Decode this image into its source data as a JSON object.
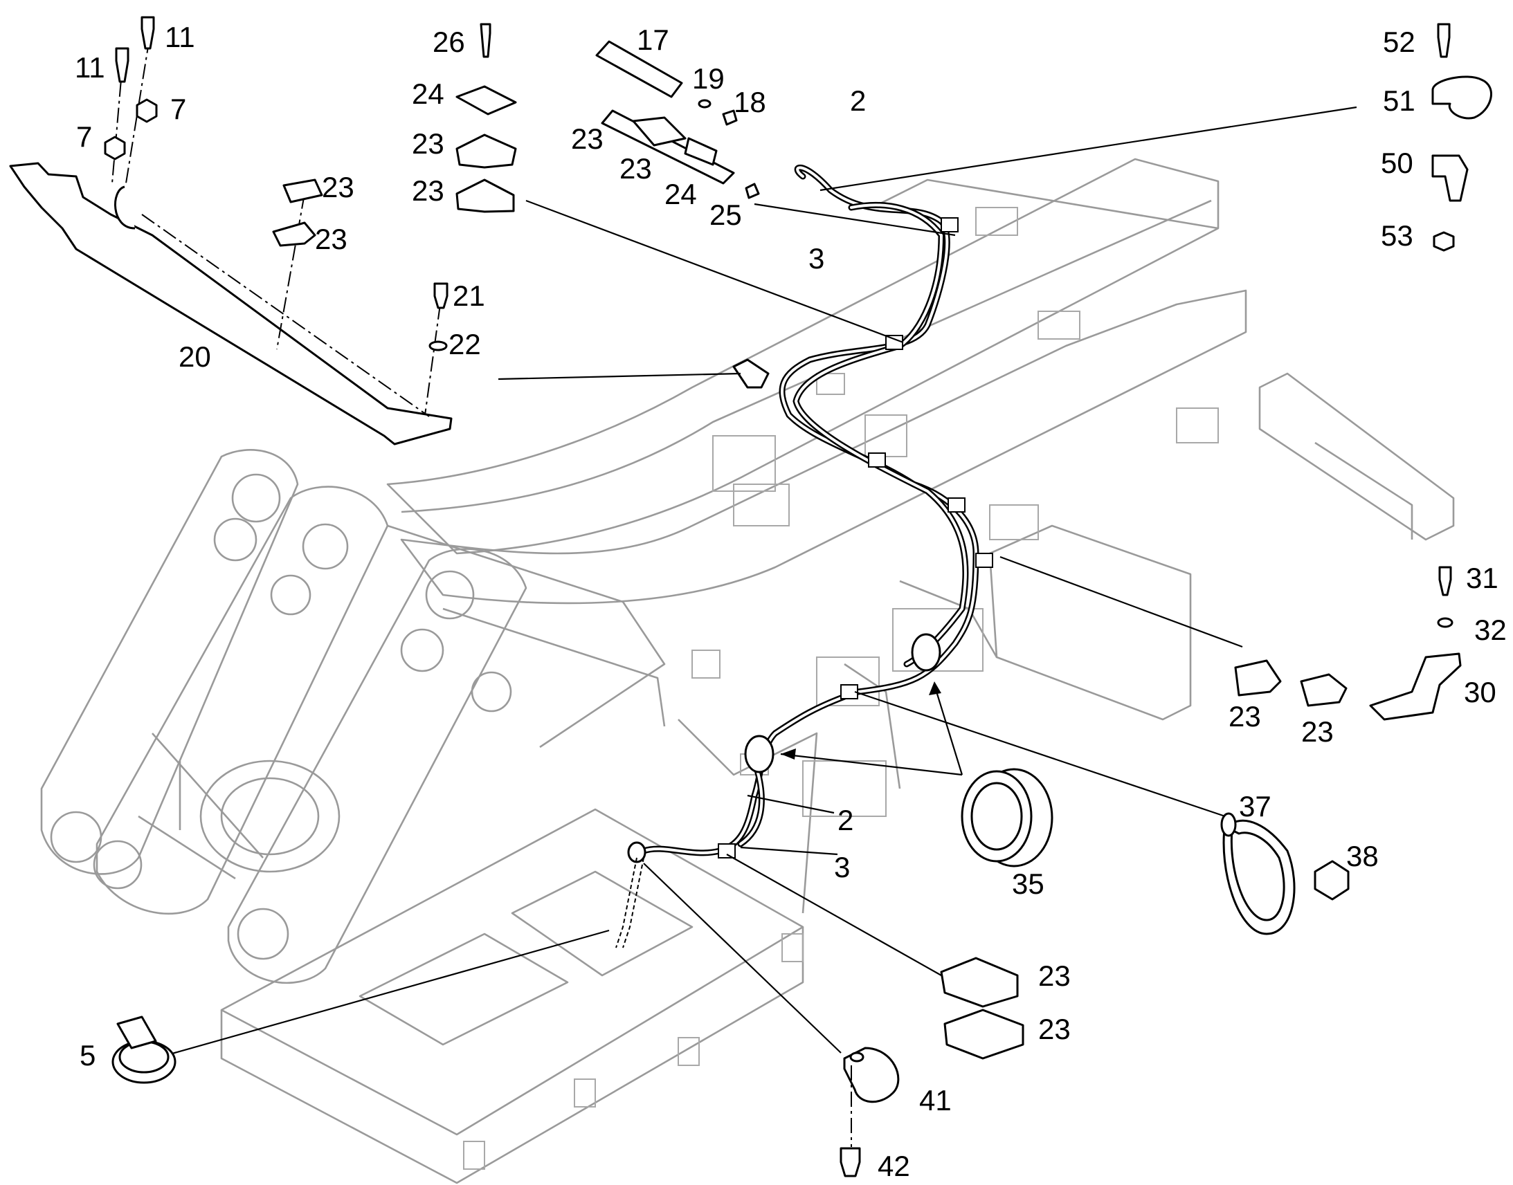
{
  "callouts": {
    "c11a": "11",
    "c11b": "11",
    "c7a": "7",
    "c7b": "7",
    "c20": "20",
    "c23a": "23",
    "c23b": "23",
    "c21": "21",
    "c22": "22",
    "c26": "26",
    "c24a": "24",
    "c23c": "23",
    "c23d": "23",
    "c17": "17",
    "c19": "19",
    "c18": "18",
    "c23e": "23",
    "c23f": "23",
    "c24b": "24",
    "c25": "25",
    "c2a": "2",
    "c3a": "3",
    "c52": "52",
    "c51": "51",
    "c50": "50",
    "c53": "53",
    "c31": "31",
    "c32": "32",
    "c30": "30",
    "c23g": "23",
    "c23h": "23",
    "c2b": "2",
    "c3b": "3",
    "c35": "35",
    "c37": "37",
    "c38": "38",
    "c23i": "23",
    "c23j": "23",
    "c5": "5",
    "c41": "41",
    "c42": "42"
  }
}
